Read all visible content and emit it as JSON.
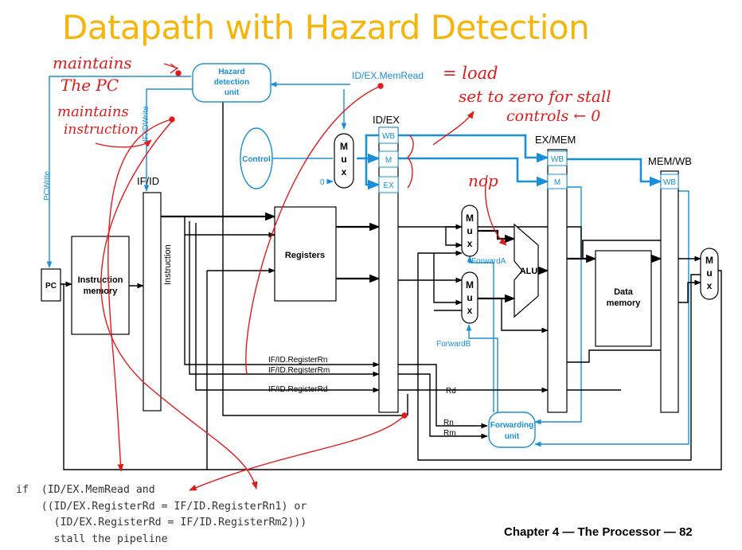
{
  "title": "Datapath with Hazard Detection",
  "footer": "Chapter 4 — The Processor — 82",
  "code_lines": [
    "if  (ID/EX.MemRead and",
    "    ((ID/EX.RegisterRd = IF/ID.RegisterRn1) or",
    "      (ID/EX.RegisterRd = IF/ID.RegisterRm2)))",
    "      stall the pipeline"
  ],
  "blocks": {
    "pc": "PC",
    "instruction_memory": [
      "Instruction",
      "memory"
    ],
    "registers": "Registers",
    "alu": "ALU",
    "data_memory": [
      "Data",
      "memory"
    ],
    "hazard_unit": [
      "Hazard",
      "detection",
      "unit"
    ],
    "forwarding_unit": [
      "Forwarding",
      "unit"
    ],
    "control": "Control",
    "mux_letters": [
      "M",
      "u",
      "x"
    ]
  },
  "pipeline_registers": {
    "if_id": "IF/ID",
    "id_ex": "ID/EX",
    "ex_mem": "EX/MEM",
    "mem_wb": "MEM/WB",
    "instruction_vertical": "Instruction",
    "wb": "WB",
    "m": "M",
    "ex": "EX"
  },
  "signals": {
    "pc_write": "PCWrite",
    "if_id_write": "IF/IDWrite",
    "id_ex_memread": "ID/EX.MemRead",
    "zero": "0",
    "forward_a": "ForwardA",
    "forward_b": "ForwardB",
    "rn_field": "IF/ID.RegisterRn",
    "rm_field": "IF/ID.RegisterRm",
    "rd_field": "IF/ID.RegisterRd",
    "rd": "Rd",
    "rn": "Rn",
    "rm": "Rm"
  },
  "annotations": {
    "maintains_pc_1": "maintains",
    "maintains_pc_2": "The PC",
    "maintains_instr_1": "maintains",
    "maintains_instr_2": "instruction",
    "memread_load": "= load",
    "set_zero_1": "set to zero for stall",
    "set_zero_2": "controls ← 0",
    "nop": "nop"
  },
  "colors": {
    "title": "#f5b50a",
    "control_lines": "#1a8fd8",
    "datapath": "#000000",
    "annotation": "#e01b1b"
  }
}
